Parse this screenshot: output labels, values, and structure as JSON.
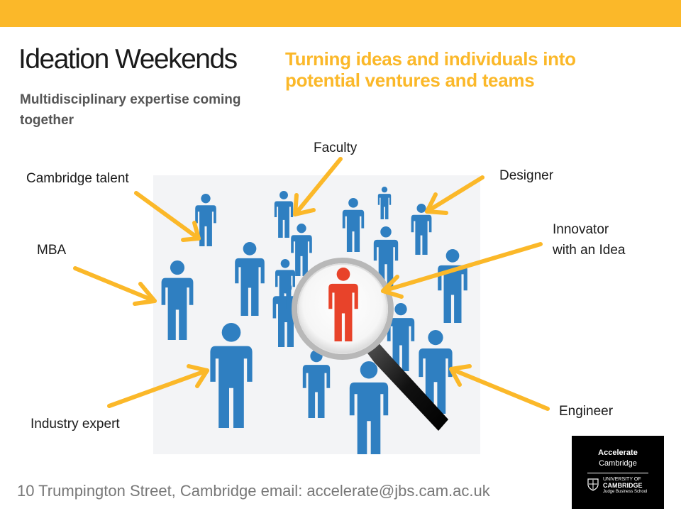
{
  "header": {
    "title": "Ideation Weekends",
    "tagline": "Turning ideas and individuals into potential ventures and teams",
    "subtitle": "Multidisciplinary expertise coming together"
  },
  "labels": {
    "faculty": "Faculty",
    "cambridge_talent": "Cambridge talent",
    "designer": "Designer",
    "innovator_line1": "Innovator",
    "innovator_line2": "with an Idea",
    "mba": "MBA",
    "industry_expert": "Industry expert",
    "engineer": "Engineer"
  },
  "footer": {
    "address": "10 Trumpington Street, Cambridge email: accelerate@jbs.cam.ac.uk"
  },
  "logo": {
    "line1": "Accelerate",
    "line2": "Cambridge",
    "uni_line1": "UNIVERSITY OF",
    "uni_line2": "CAMBRIDGE",
    "school": "Judge Business School"
  },
  "colors": {
    "accent": "#FBB829",
    "person": "#2F7FC1",
    "highlight_person": "#E8432A",
    "arrow": "#FBB829"
  },
  "icons": {
    "people": "person-icon",
    "magnifier": "magnifying-glass-icon",
    "arrows": "arrow-icon"
  }
}
